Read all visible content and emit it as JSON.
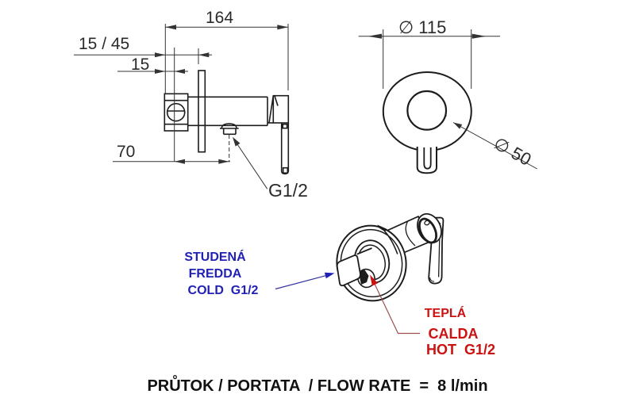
{
  "drawing": {
    "side_view_dims": {
      "total_width": "164",
      "depth_range": "15 / 45",
      "depth": "15",
      "outlet_offset": "70",
      "outlet_thread": "G1/2"
    },
    "front_view_dims": {
      "plate_diameter": "∅ 115",
      "knob_diameter": "∅ 50"
    },
    "labels": {
      "cold": {
        "line1": "STUDENÁ",
        "line2": "FREDDA",
        "line3": "COLD  G1/2",
        "color": "#2121b5"
      },
      "hot": {
        "line1": "TEPLÁ",
        "line2": "CALDA",
        "line3": "HOT  G1/2",
        "color": "#cc1111"
      }
    },
    "flow_note": "PRŮTOK / PORTATA  / FLOW RATE  =  8 l/min"
  }
}
